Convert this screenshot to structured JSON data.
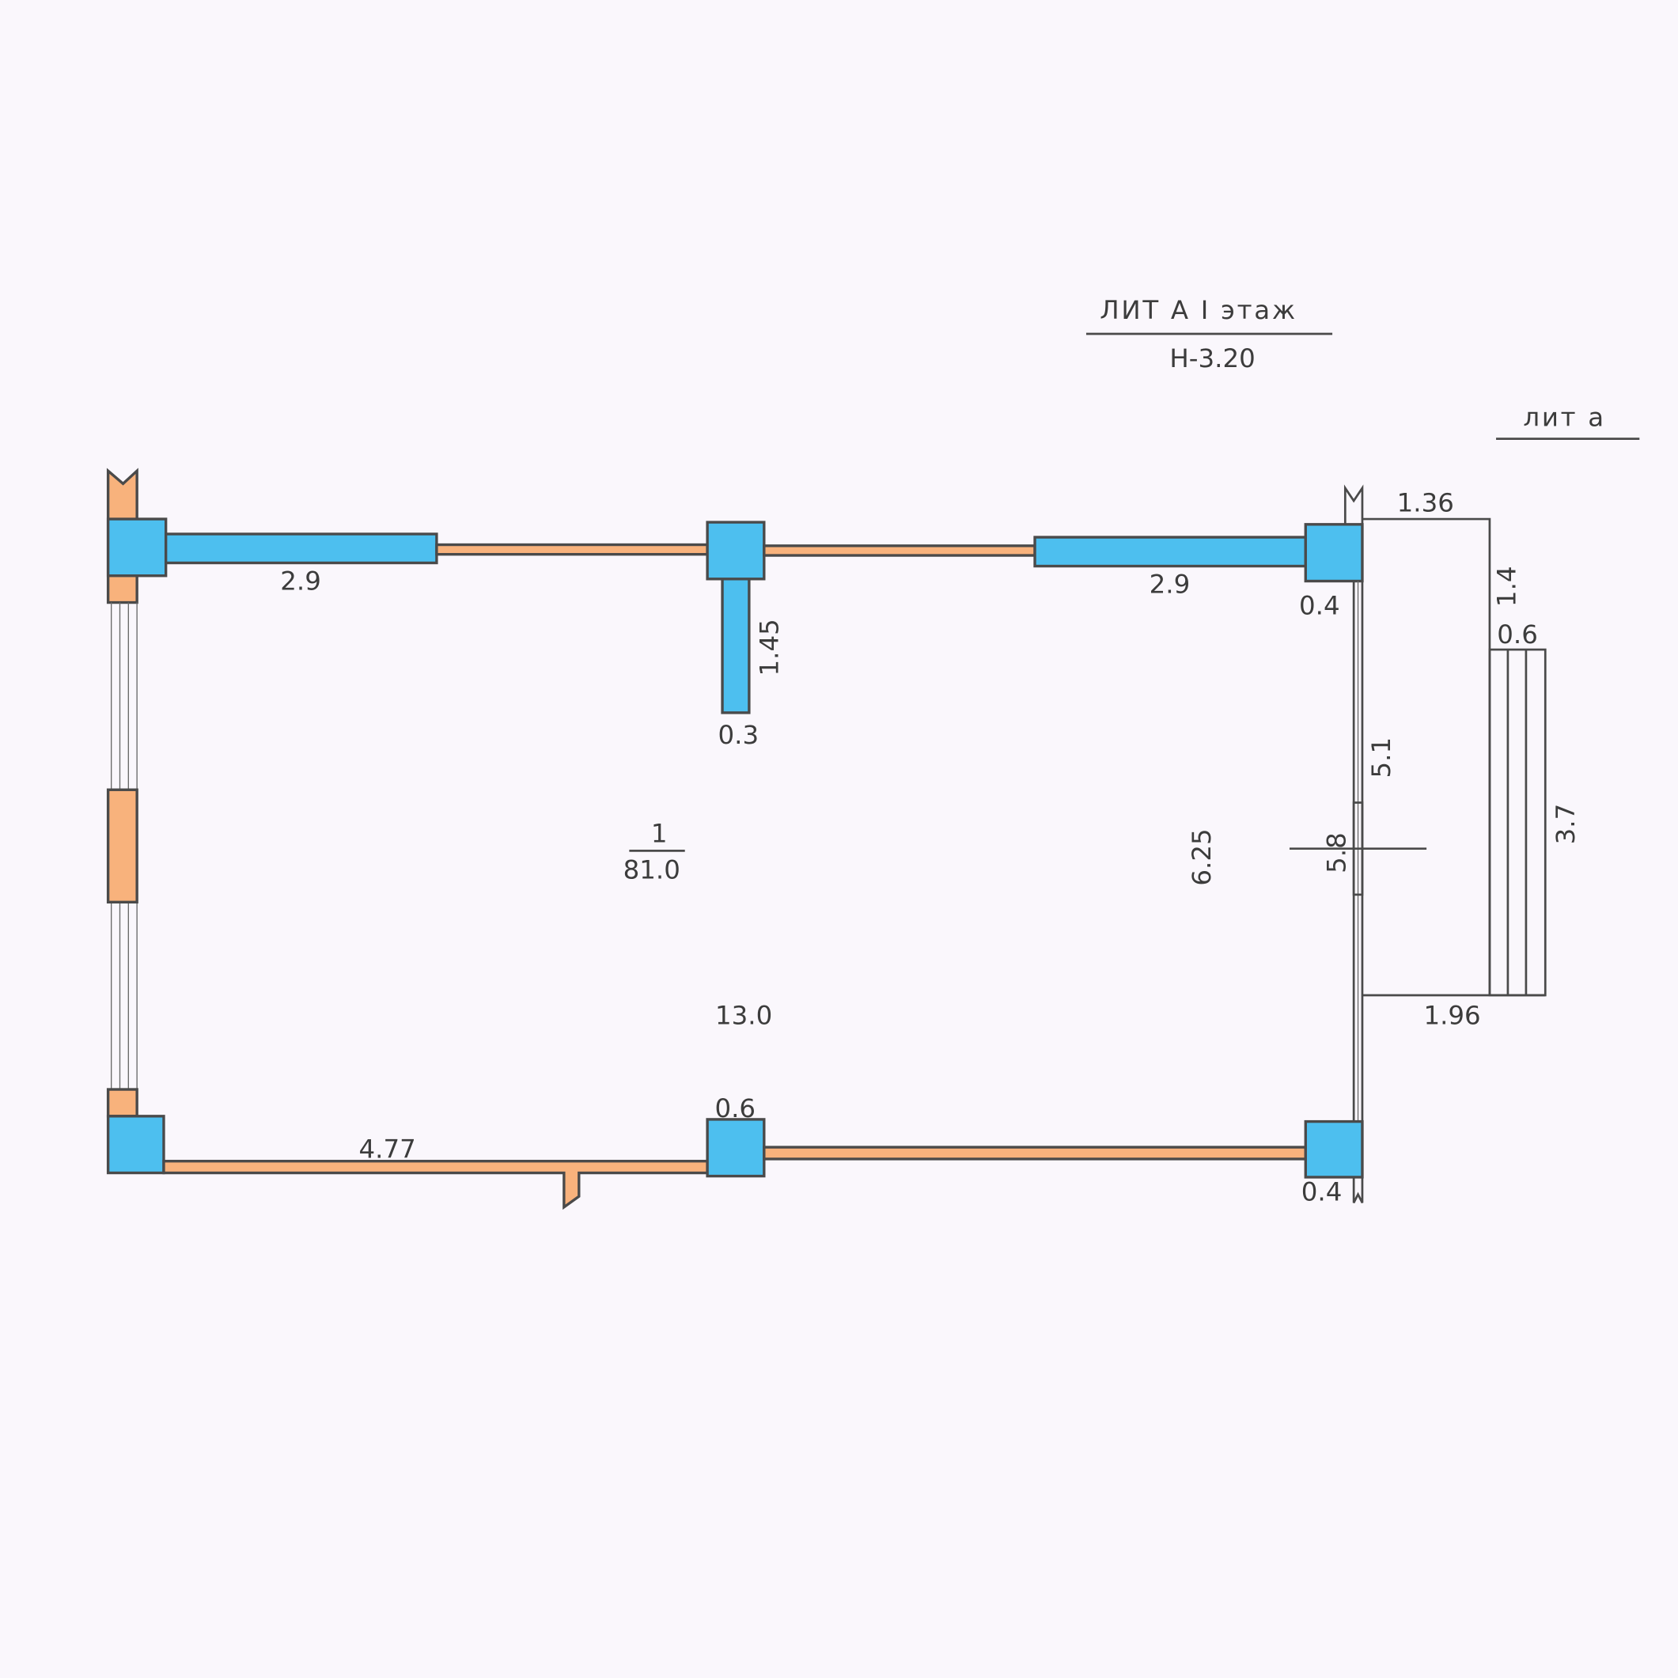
{
  "title": {
    "floor_label": "ЛИТ А I этаж",
    "height_label": "Н-3.20",
    "annex_label": "лит а"
  },
  "colors": {
    "wall_fill": "#4dbfef",
    "partition_fill": "#f8b27c",
    "outline": "#4a4a4a",
    "paper": "#faf7fc"
  },
  "room": {
    "number": "1",
    "area": "81.0"
  },
  "dimensions": {
    "top_left_window": "2.9",
    "top_right_window": "2.9",
    "top_right_pillar": "0.4",
    "pillar_length": "1.45",
    "pillar_width": "0.3",
    "overall_length": "13.0",
    "overall_width": "6.25",
    "right_wall_inner": "5.1",
    "right_wall_door": "5.8",
    "bottom_left_segment": "4.77",
    "bottom_pillar": "0.6",
    "bottom_right_pillar": "0.4",
    "annex_top": "1.36",
    "annex_side": "1.4",
    "annex_step": "0.6",
    "annex_steps_length": "3.7",
    "annex_bottom": "1.96"
  }
}
